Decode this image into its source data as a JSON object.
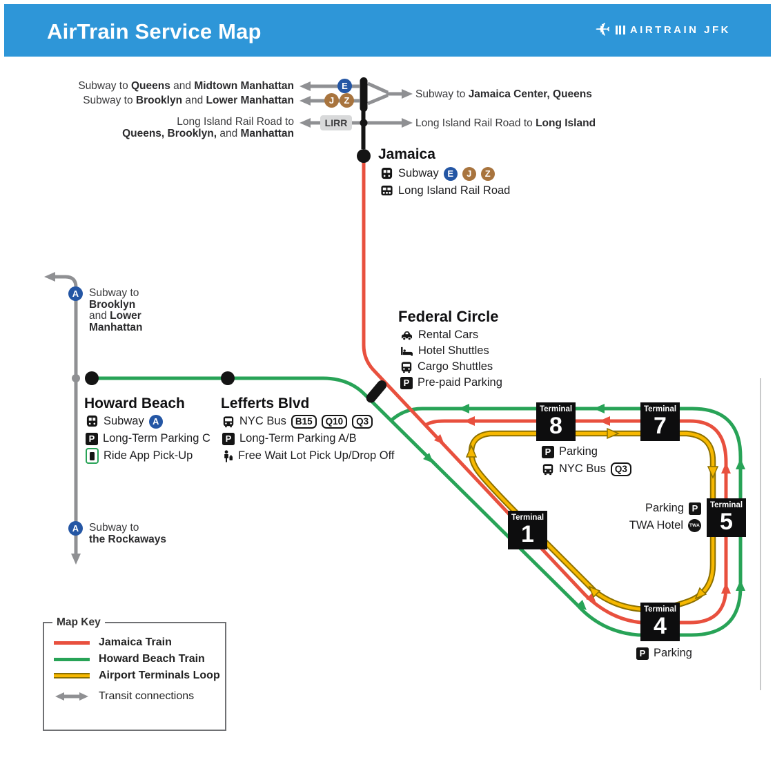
{
  "header": {
    "title": "AirTrain Service Map",
    "brand": "AIRTRAIN JFK"
  },
  "colors": {
    "header_blue": "#2E96D8",
    "jamaica_train_red": "#E8503E",
    "howard_beach_train_green": "#28A357",
    "terminals_loop_yellow": "#F7B800",
    "terminals_loop_outline": "#8C7000",
    "transit_gray": "#8F9093",
    "subway_blue": "#2456A4",
    "subway_brown": "#A8743E"
  },
  "badges": {
    "e": "E",
    "j": "J",
    "z": "Z",
    "a": "A",
    "lirr": "LIRR",
    "b15": "B15",
    "q10": "Q10",
    "q3": "Q3",
    "p": "P",
    "twa": "TWA"
  },
  "connections": {
    "queens_midtown": {
      "pre": "Subway to ",
      "bold1": "Queens",
      "mid": " and ",
      "bold2": "Midtown Manhattan"
    },
    "brooklyn_lower": {
      "pre": "Subway to ",
      "bold1": "Brooklyn",
      "mid": " and ",
      "bold2": "Lower Manhattan"
    },
    "lirr_west": {
      "line1": "Long Island Rail Road to",
      "bold1": "Queens, Brooklyn,",
      "mid": " and ",
      "bold2": "Manhattan"
    },
    "jamaica_center": {
      "pre": "Subway to ",
      "bold1": "Jamaica Center, Queens"
    },
    "lirr_east": {
      "pre": "Long Island Rail Road to ",
      "bold1": "Long Island"
    },
    "a_brooklyn": {
      "line1": "Subway to",
      "bold1": "Brooklyn",
      "pre2": "and ",
      "bold2": "Lower",
      "bold3": "Manhattan"
    },
    "a_rockaways": {
      "line1": "Subway to",
      "bold1": "the Rockaways"
    }
  },
  "stations": {
    "jamaica": {
      "name": "Jamaica",
      "subway": "Subway",
      "lirr": "Long Island Rail Road"
    },
    "federal_circle": {
      "name": "Federal Circle",
      "services": [
        "Rental Cars",
        "Hotel Shuttles",
        "Cargo Shuttles",
        "Pre-paid Parking"
      ]
    },
    "howard_beach": {
      "name": "Howard Beach",
      "subway": "Subway",
      "parking": "Long-Term Parking C",
      "ride_app": "Ride App Pick-Up"
    },
    "lefferts": {
      "name": "Lefferts Blvd",
      "bus": "NYC Bus",
      "parking": "Long-Term Parking A/B",
      "wait_lot": "Free Wait Lot Pick Up/Drop Off"
    }
  },
  "terminals": {
    "caption": "Terminal",
    "t1": {
      "number": "1"
    },
    "t4": {
      "number": "4",
      "parking": "Parking"
    },
    "t5": {
      "number": "5",
      "parking": "Parking",
      "hotel": "TWA Hotel"
    },
    "t7": {
      "number": "7"
    },
    "t8": {
      "number": "8",
      "parking": "Parking",
      "bus": "NYC Bus"
    }
  },
  "map_key": {
    "title": "Map Key",
    "jamaica": "Jamaica Train",
    "howard": "Howard Beach Train",
    "loop": "Airport Terminals Loop",
    "transit": "Transit connections"
  }
}
